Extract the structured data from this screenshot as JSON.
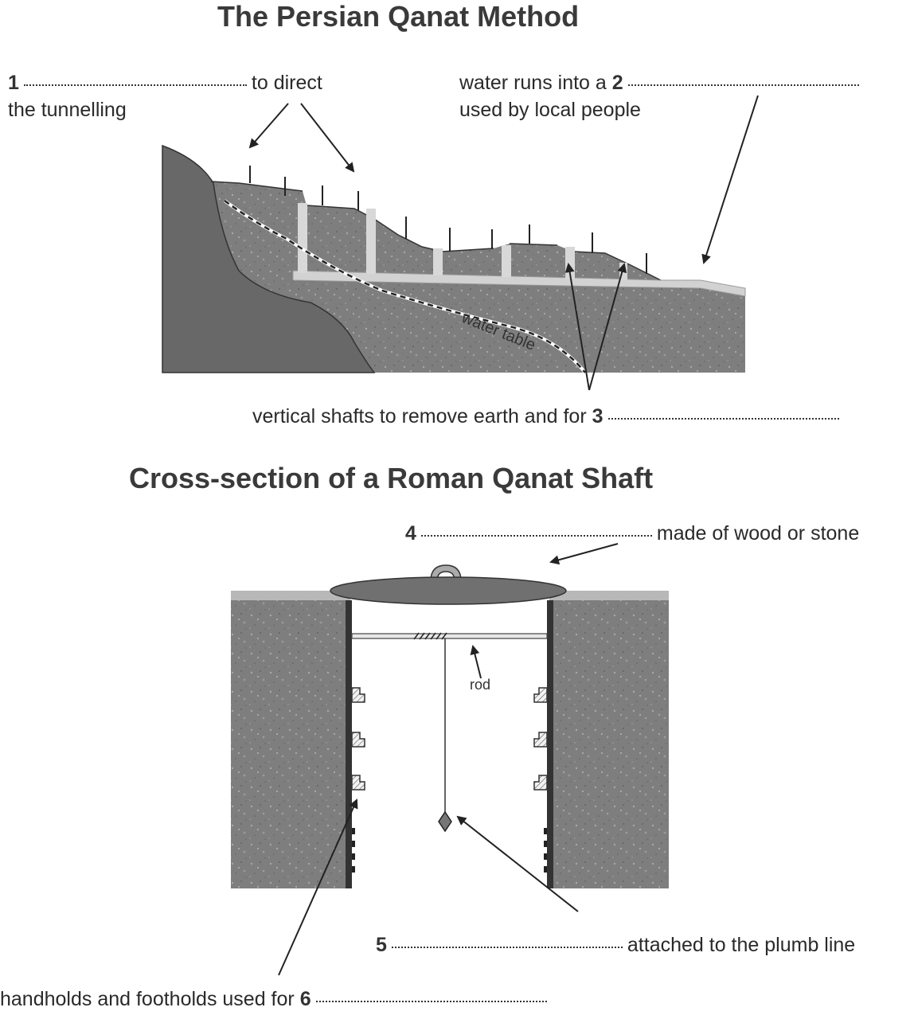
{
  "titles": {
    "persian": "The Persian Qanat Method",
    "roman": "Cross-section of a Roman Qanat Shaft"
  },
  "persian_labels": {
    "q1_number": "1",
    "q1_after": "to direct",
    "q1_line2": "the tunnelling",
    "q2_before": "water runs into a",
    "q2_number": "2",
    "q2_line2": "used by local people",
    "q3_before": "vertical shafts to remove earth and for",
    "q3_number": "3",
    "water_table": "water table"
  },
  "roman_labels": {
    "q4_number": "4",
    "q4_after": "made of wood or stone",
    "rod": "rod",
    "q5_number": "5",
    "q5_after": "attached to the plumb line",
    "q6_before": "handholds and footholds used for",
    "q6_number": "6"
  },
  "colors": {
    "ground": "#7d7d7d",
    "hill": "#666666",
    "tunnel": "#d0d0d0",
    "text": "#2a2a2a"
  }
}
